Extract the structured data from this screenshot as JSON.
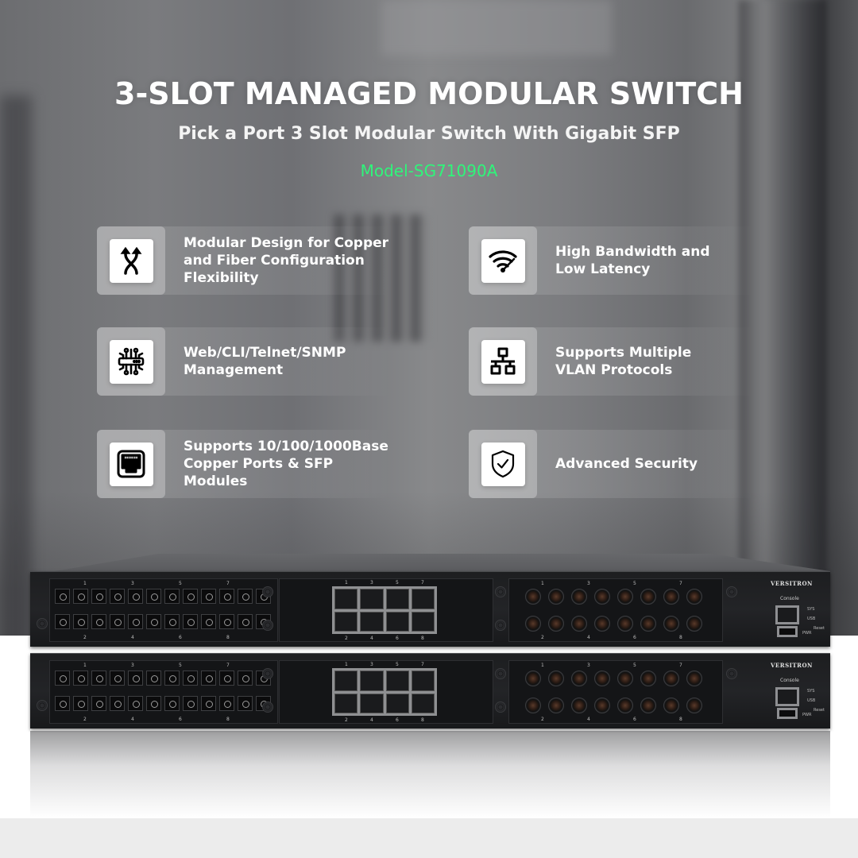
{
  "header": {
    "title": "3-SLOT MANAGED MODULAR SWITCH",
    "subtitle": "Pick a Port 3 Slot Modular Switch With Gigabit SFP",
    "model": "Model-SG71090A",
    "model_color": "#2ff57a"
  },
  "features": [
    {
      "icon": "crossing-arrows-icon",
      "lines": [
        "Modular Design for Copper",
        "and Fiber Configuration",
        "Flexibility"
      ]
    },
    {
      "icon": "wifi-speed-icon",
      "lines": [
        "High Bandwidth and",
        "Low Latency"
      ]
    },
    {
      "icon": "network-device-icon",
      "lines": [
        "Web/CLI/Telnet/SNMP",
        "Management"
      ]
    },
    {
      "icon": "network-topology-icon",
      "lines": [
        "Supports Multiple",
        "VLAN Protocols"
      ]
    },
    {
      "icon": "ethernet-port-icon",
      "lines": [
        "Supports 10/100/1000Base",
        "Copper Ports & SFP Modules"
      ]
    },
    {
      "icon": "shield-check-icon",
      "lines": [
        "Advanced Security"
      ]
    }
  ],
  "product": {
    "brand": "VERSITRON",
    "console_label": "Console",
    "led_labels": [
      "SYS",
      "USB",
      "PWR"
    ],
    "reset_label": "Reset",
    "port_numbers_top": [
      "1",
      "3",
      "5",
      "7"
    ],
    "port_numbers_bottom": [
      "2",
      "4",
      "6",
      "8"
    ]
  }
}
